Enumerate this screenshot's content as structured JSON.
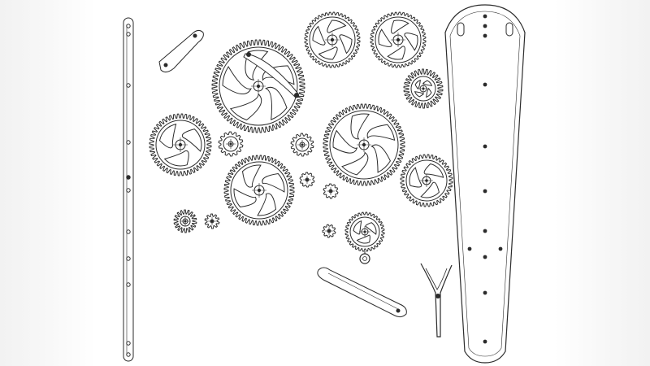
{
  "image": {
    "subject": "clock-mechanism-parts-exploded-drawing",
    "line_color": "#2b2b2b",
    "background": "#ffffff",
    "edge_blur_color": "#efefef"
  },
  "parts": {
    "gear_count": 18,
    "large_gears": 6,
    "small_pinions": 9,
    "escape_wheels": 2,
    "link_arms": 3,
    "frame_plates": 2
  }
}
